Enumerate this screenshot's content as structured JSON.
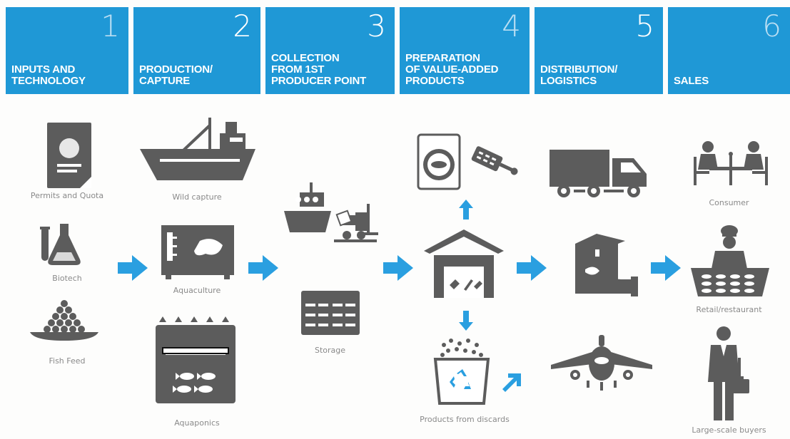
{
  "stages": [
    {
      "number": "1",
      "title": "INPUTS AND\nTECHNOLOGY"
    },
    {
      "number": "2",
      "title": "PRODUCTION/\nCAPTURE"
    },
    {
      "number": "3",
      "title": "COLLECTION\nFROM 1ST\nPRODUCER POINT"
    },
    {
      "number": "4",
      "title": "PREPARATION\nOF VALUE-ADDED\nPRODUCTS"
    },
    {
      "number": "5",
      "title": "DISTRIBUTION/\nLOGISTICS"
    },
    {
      "number": "6",
      "title": "SALES"
    }
  ],
  "items": {
    "permits": "Permits and Quota",
    "biotech": "Biotech",
    "fish_feed": "Fish Feed",
    "wild_capture": "Wild capture",
    "aquaculture": "Aquaculture",
    "aquaponics": "Aquaponics",
    "storage": "Storage",
    "discards": "Products from discards",
    "consumer": "Consumer",
    "retail": "Retail/restaurant",
    "buyers": "Large-scale buyers"
  },
  "icons": [
    "document-icon",
    "lab-flask-icon",
    "fish-feed-icon",
    "fishing-ship-icon",
    "aquaculture-tank-icon",
    "aquaponics-tank-icon",
    "ship-forklift-icon",
    "storage-rack-icon",
    "packaged-fish-icon",
    "scale-icon",
    "warehouse-icon",
    "recycle-bin-icon",
    "truck-icon",
    "parcel-icon",
    "airplane-icon",
    "diners-icon",
    "chef-icon",
    "businessman-icon",
    "arrow-right-icon",
    "arrow-up-icon",
    "arrow-down-icon"
  ],
  "colors": {
    "header": "#1f98d6",
    "arrow": "#2a9fe0",
    "icon": "#5c5c5c"
  }
}
